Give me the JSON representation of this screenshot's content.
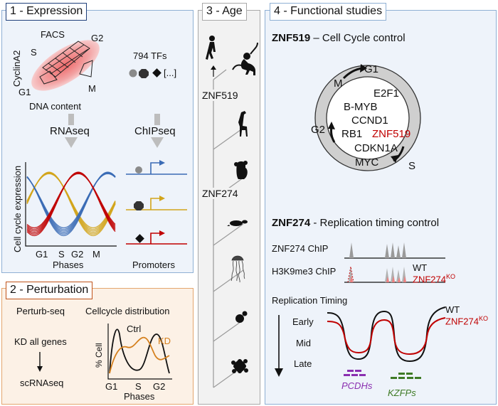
{
  "colors": {
    "panel_blue_border": "#8fb0d4",
    "panel_blue_fill": "#eef3fa",
    "panel_orange_border": "#e4a56e",
    "panel_orange_fill": "#fcf1e6",
    "panel_gray_border": "#a8a8a8",
    "panel_gray_fill": "#f2f2f2",
    "header_blue_border": "#1f3f7a",
    "header_orange_border": "#c0531a",
    "gray_arrow": "#bdbdbd",
    "red": "#c00000",
    "blue": "#3a6bb5",
    "gold": "#d2a41a",
    "orange": "#d5801e",
    "purple": "#8a2fb0",
    "green": "#3e7a25",
    "pink": "#f07f7f"
  },
  "expression": {
    "title": "1 - Expression",
    "facs": {
      "label": "FACS",
      "cyclin": "CyclinA2",
      "s": "S",
      "g2": "G2",
      "g1": "G1",
      "m": "M",
      "dna": "DNA content"
    },
    "tfs": {
      "label": "794 TFs",
      "more": "[...]"
    },
    "rnaseq": "RNAseq",
    "chipseq": "ChIPseq",
    "plot": {
      "ylabel": "Cell cycle expression",
      "xlabel": "Phases",
      "ticks": [
        "G1",
        "S",
        "G2",
        "M"
      ]
    },
    "promoters": "Promoters"
  },
  "perturbation": {
    "title": "2 - Perturbation",
    "perturb_seq": "Perturb-seq",
    "distribution": "Cellcycle distribution",
    "kd": "KD all genes",
    "scrnaseq": "scRNAseq",
    "plot": {
      "ylabel": "% Cell",
      "xlabel": "Phases",
      "ticks": [
        "G1",
        "S",
        "G2"
      ],
      "ctrl": "Ctrl",
      "kd": "KD"
    }
  },
  "age": {
    "title": "3 - Age",
    "znf519": "ZNF519",
    "znf274": "ZNF274",
    "organisms": [
      "human-icon",
      "monkey-icon",
      "giraffe-icon",
      "koala-icon",
      "turtle-icon",
      "jellyfish-icon",
      "yeast-icon",
      "plant-icon"
    ]
  },
  "functional": {
    "title": "4 - Functional studies",
    "znf519": {
      "gene": "ZNF519",
      "rest": " – Cell Cycle control",
      "g1": "G1",
      "m": "M",
      "g2": "G2",
      "s": "S",
      "genes": [
        "E2F1",
        "B-MYB",
        "CCND1",
        "RB1",
        "CDKN1A",
        "MYC"
      ],
      "highlight": "ZNF519"
    },
    "znf274": {
      "gene": "ZNF274",
      "rest": " - Replication timing control",
      "chip1": "ZNF274 ChIP",
      "chip2": "H3K9me3 ChIP",
      "wt": "WT",
      "ko": "ZNF274",
      "ko_sup": "KO"
    },
    "replication": {
      "title": "Replication Timing",
      "early": "Early",
      "mid": "Mid",
      "late": "Late",
      "wt": "WT",
      "ko": "ZNF274",
      "ko_sup": "KO",
      "pcdh": "PCDHs",
      "kzfp": "KZFPs"
    }
  }
}
